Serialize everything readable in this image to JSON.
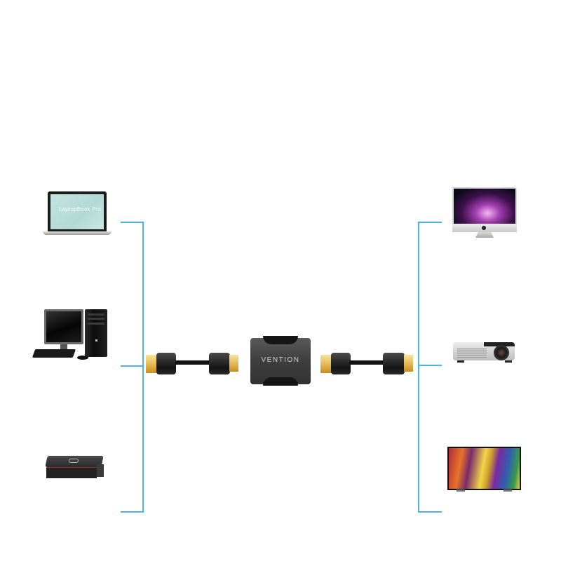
{
  "diagram": {
    "title": "HDMI coupler connection diagram",
    "line_color": "#4bb6de",
    "left_devices": [
      {
        "name": "laptop",
        "screen_text": "LaptopBook Pro"
      },
      {
        "name": "desktop computer"
      },
      {
        "name": "mini pc"
      }
    ],
    "center": {
      "left_cable": "HDMI cable (male-male)",
      "adapter": {
        "label": "VENTION",
        "type": "HDMI female-female coupler"
      },
      "right_cable": "HDMI cable (male-male)"
    },
    "right_devices": [
      {
        "name": "imac monitor"
      },
      {
        "name": "projector"
      },
      {
        "name": "flat tv"
      }
    ]
  }
}
